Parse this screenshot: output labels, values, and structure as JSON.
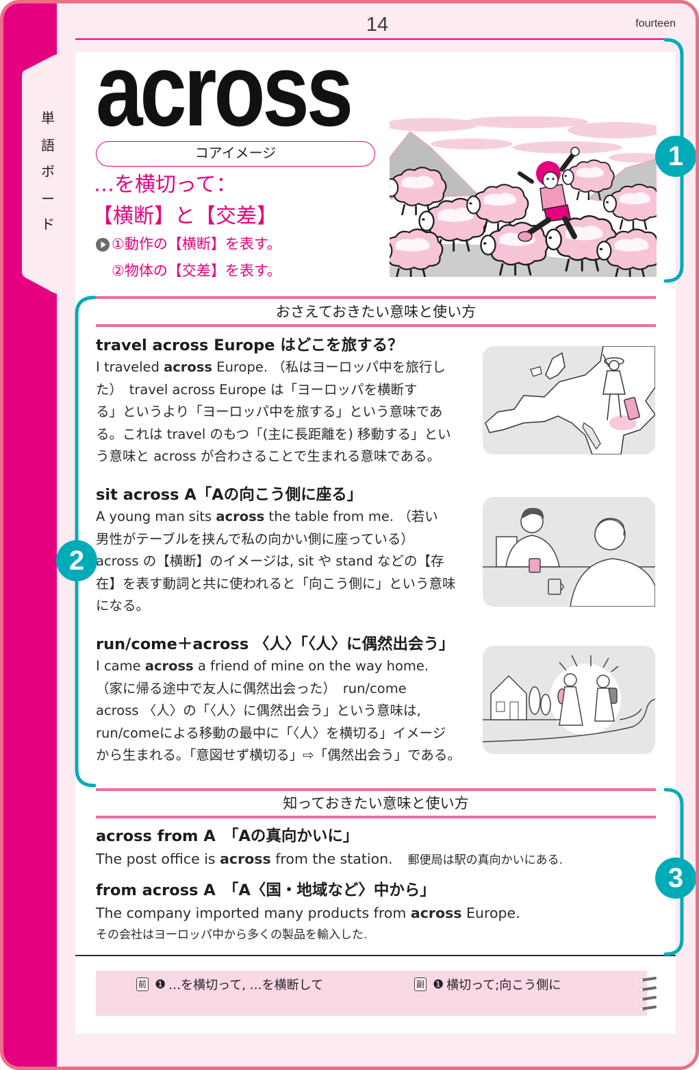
{
  "page": {
    "number": "14",
    "number_word": "fourteen"
  },
  "side_tab": {
    "label": "単語ボード",
    "chars": [
      "単",
      "語",
      "ボ",
      "ー",
      "ド"
    ]
  },
  "headword": "across",
  "core_image": {
    "label": "コアイメージ",
    "headline": [
      "…を横切って：",
      "【横断】と【交差】"
    ],
    "bullet_icon": "play-circle-icon",
    "points": [
      "①動作の【横断】を表す。",
      "②物体の【交差】を表す。"
    ],
    "illustration": "girl-crossing-through-flock-of-sheep"
  },
  "callouts": [
    "1",
    "2",
    "3"
  ],
  "essential": {
    "heading": "おさえておきたい意味と使い方",
    "entries": [
      {
        "title": "travel across Europe はどこを旅する？",
        "example": {
          "pre": "I traveled ",
          "bold": "across",
          "post": " Europe. （私はヨーロッパ中を旅行し"
        },
        "lines": [
          "た）　travel across Europe は「ヨーロッパを横断す",
          "る」というより「ヨーロッパ中を旅する」という意味であ",
          "る。これは travel のもつ「(主に長距離を) 移動する」とい",
          "う意味と across が合わさることで生まれる意味である。"
        ],
        "illustration": "traveler-with-suitcase-over-europe-map"
      },
      {
        "title": "sit across A「Aの向こう側に座る」",
        "example": {
          "pre": "A young man sits ",
          "bold": "across",
          "post": " the table from me. （若い"
        },
        "lines": [
          "男性がテーブルを挟んで私の向かい側に座っている）",
          "across の【横断】のイメージは, sit や stand などの【存",
          "在】を表す動詞と共に使われると「向こう側に」という意味",
          "になる。"
        ],
        "illustration": "two-people-sitting-across-table"
      },
      {
        "title": "run/come＋across 〈人〉「〈人〉に偶然出会う」",
        "example": {
          "pre": "I came ",
          "bold": "across",
          "post": " a friend of mine on the way home."
        },
        "lines": [
          "（家に帰る途中で友人に偶然出会った）　run/come",
          "across 〈人〉の「〈人〉に偶然出会う」という意味は,",
          "run/comeによる移動の最中に「〈人〉を横切る」イメージ",
          "から生まれる。「意図せず横切る」⇨「偶然出会う」である。"
        ],
        "illustration": "two-girls-meeting-on-road"
      }
    ]
  },
  "extra": {
    "heading": "知っておきたい意味と使い方",
    "entries": [
      {
        "title": "across from A　「Aの真向かいに」",
        "example": {
          "pre": "The post office is ",
          "bold": "across",
          "post": " from the station."
        },
        "translation": "郵便局は駅の真向かいにある."
      },
      {
        "title": "from across A　「A〈国・地域など〉中から」",
        "example": {
          "pre": "The company imported many products from ",
          "bold": "across",
          "post": " Europe."
        },
        "translation": "その会社はヨーロッパ中から多くの製品を輸入した."
      }
    ]
  },
  "memo": {
    "items": [
      {
        "pos": "前",
        "marker": "❶",
        "text": "…を横切って, …を横断して"
      },
      {
        "pos": "副",
        "marker": "❶",
        "text": "横切って;向こう側に"
      }
    ],
    "binding_icon": "spiral-binding-icon"
  },
  "colors": {
    "frame_border": "#ec6f85",
    "frame_bg": "#fdebf2",
    "magenta": "#e4007f",
    "teal": "#00abb8",
    "rule_pink": "#eb6ca2",
    "memo_bg": "#f9d9e5"
  }
}
